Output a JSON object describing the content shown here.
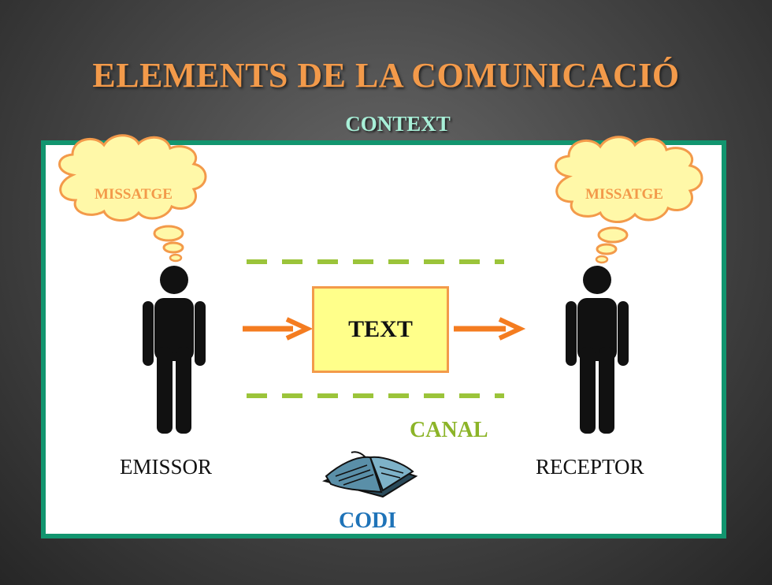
{
  "title": "ELEMENTS DE LA COMUNICACIÓ",
  "context_label": "CONTEXT",
  "emitter": {
    "thought": "MISSATGE",
    "label": "EMISSOR"
  },
  "receiver": {
    "thought": "MISSATGE",
    "label": "RECEPTOR"
  },
  "message_box": "TEXT",
  "channel_label": "CANAL",
  "code_label": "CODI",
  "colors": {
    "title": "#f39a4a",
    "context": "#a8f0d8",
    "frame_border": "#12956f",
    "channel": "#8cb428",
    "code": "#1e73b8",
    "arrow": "#f47c20",
    "text_box_fill": "#ffff8a",
    "cloud_fill": "#fff8a8"
  },
  "icons": [
    "thought-cloud-icon",
    "person-icon",
    "arrow-icon",
    "open-book-icon"
  ]
}
